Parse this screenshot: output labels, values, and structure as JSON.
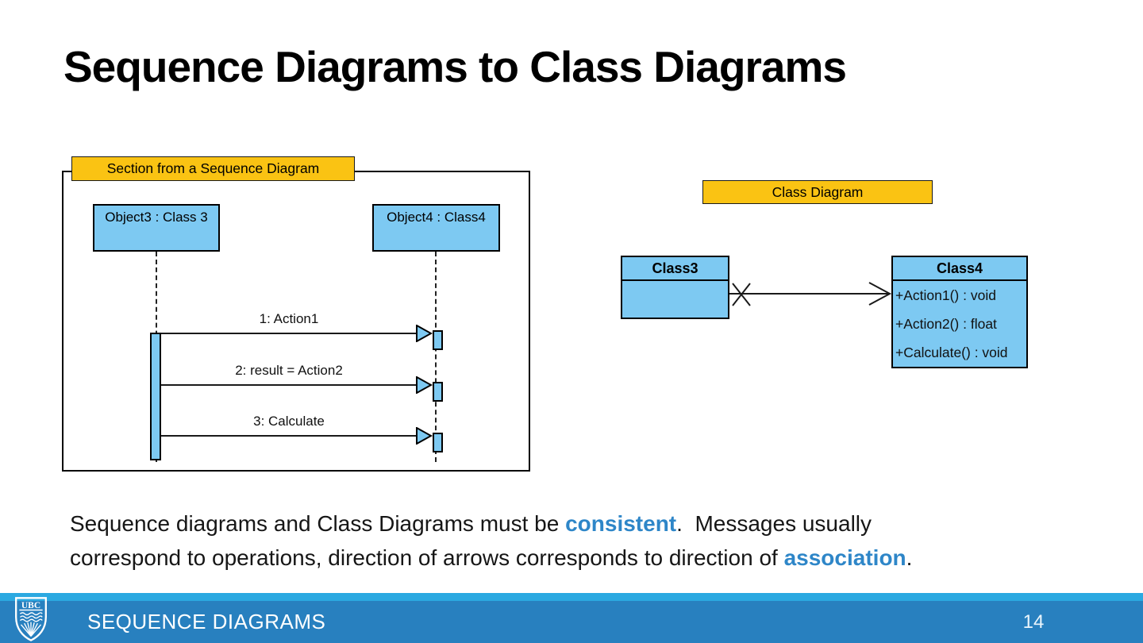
{
  "slide": {
    "title": "Sequence Diagrams to Class Diagrams",
    "footer": {
      "section": "SEQUENCE DIAGRAMS",
      "page_number": "14",
      "logo_text": "UBC"
    }
  },
  "sequence_diagram": {
    "label": "Section from a Sequence Diagram",
    "objects": [
      {
        "name": "Object3 : Class 3"
      },
      {
        "name": "Object4 : Class4"
      }
    ],
    "messages": [
      {
        "label": "1: Action1"
      },
      {
        "label": "2: result = Action2"
      },
      {
        "label": "3: Calculate"
      }
    ]
  },
  "class_diagram": {
    "label": "Class Diagram",
    "classes": [
      {
        "name": "Class3",
        "methods": []
      },
      {
        "name": "Class4",
        "methods": [
          "+Action1() : void",
          "+Action2() : float",
          "+Calculate() : void"
        ]
      }
    ]
  },
  "paragraph": {
    "line1_seg1": "Sequence diagrams and Class Diagrams must be ",
    "keyword1": "consistent",
    "line1_seg2": ".  Messages usually",
    "line2_seg1": "correspond to operations, direction of arrows corresponds to direction of ",
    "keyword2": "association",
    "line2_seg2": "."
  },
  "colors": {
    "uml_box_fill": "#7DC9F2",
    "tag_label_fill": "#FAC313",
    "keyword_text": "#2E86C8",
    "footer_bar": "#2880BF",
    "footer_strip": "#2BA9E1"
  }
}
